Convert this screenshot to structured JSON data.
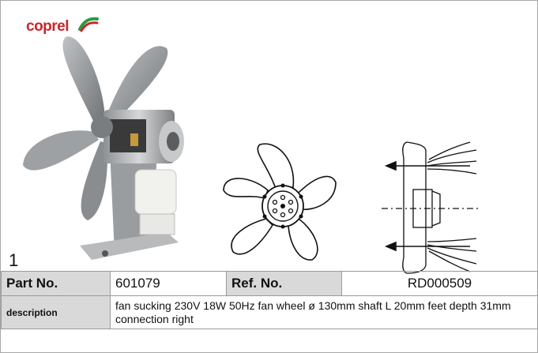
{
  "logo": {
    "text": "coprel"
  },
  "figure": {
    "number": "1"
  },
  "specs": {
    "part_no_label": "Part No.",
    "part_no_value": "601079",
    "ref_no_label": "Ref. No.",
    "ref_no_value": "RD000509",
    "description_label": "description",
    "description_value": "fan  sucking 230V 18W 50Hz fan wheel ø 130mm shaft L 20mm feet depth 31mm connection right"
  },
  "colors": {
    "logo_red": "#c8262b",
    "logo_green": "#2e9a3c",
    "header_gray": "#d9d9d9"
  }
}
